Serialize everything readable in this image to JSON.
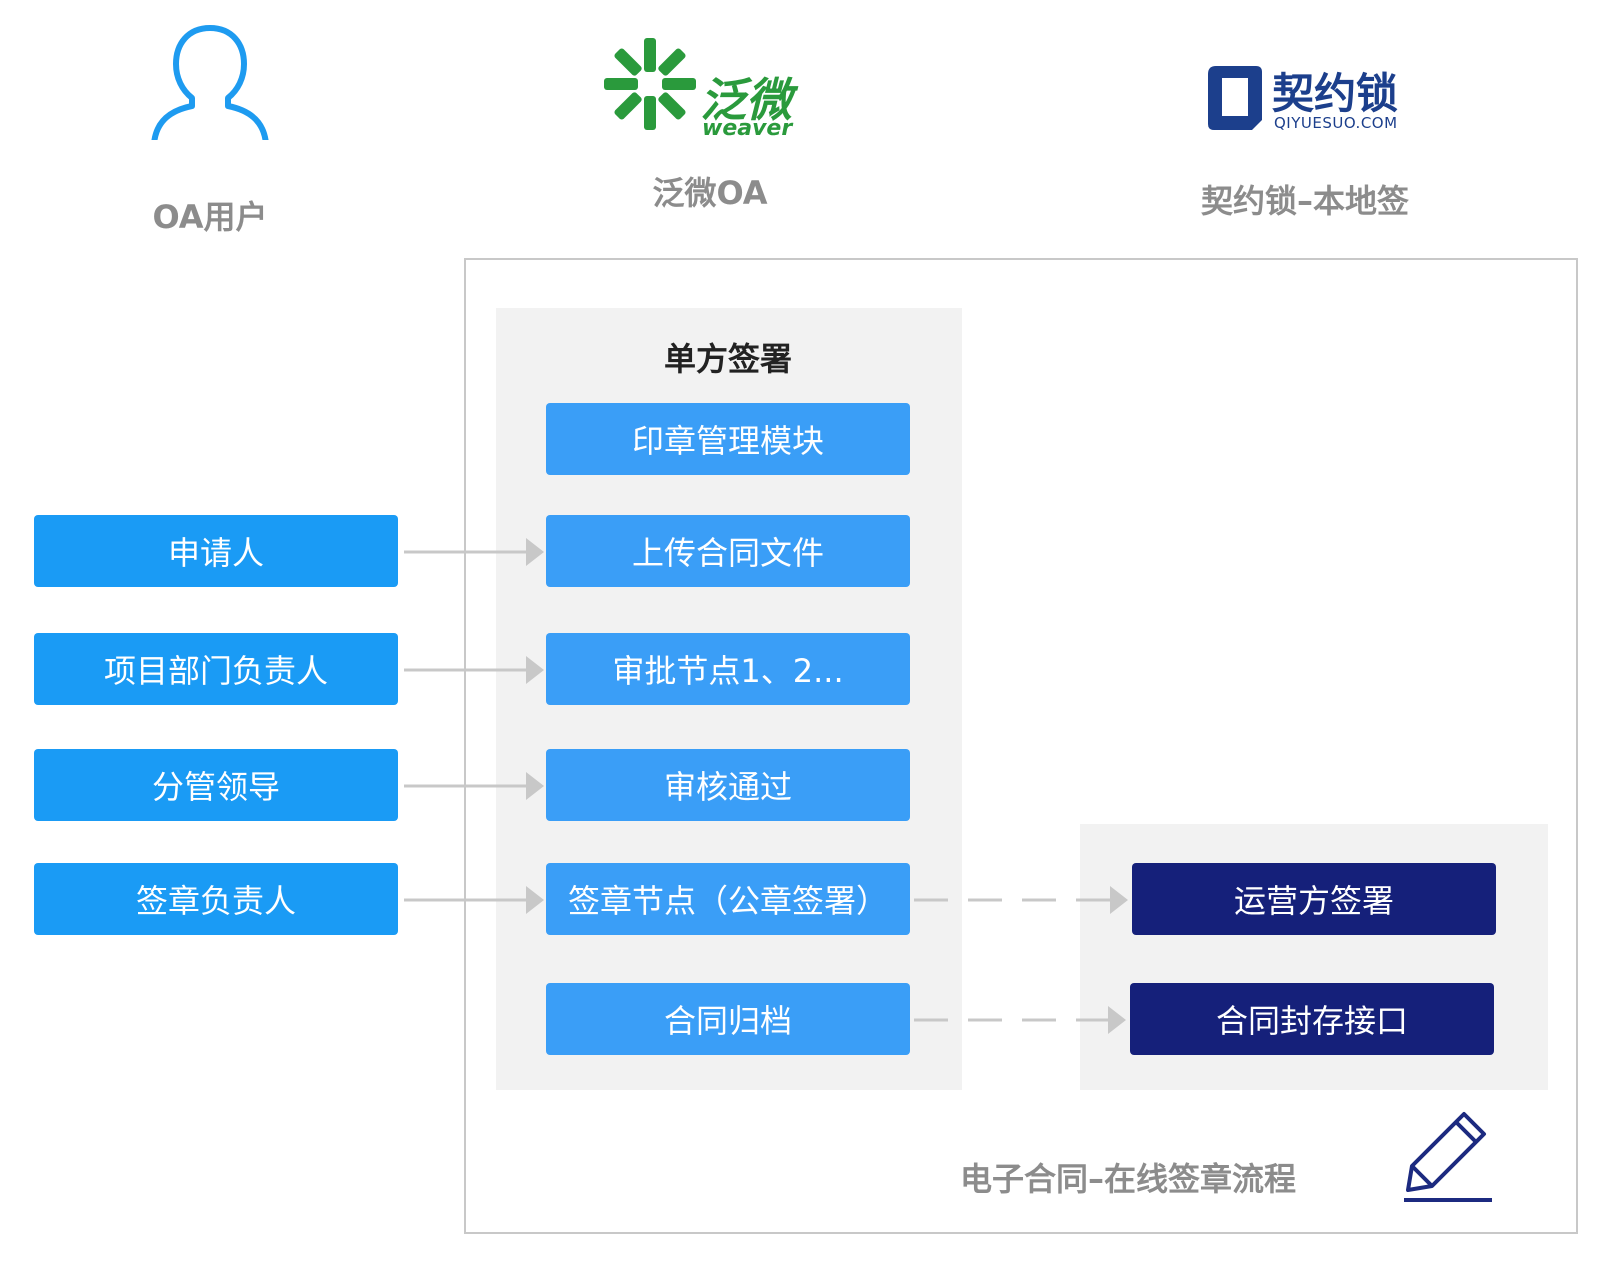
{
  "columns": {
    "oa_user": "OA用户",
    "weaver": "泛微OA",
    "qiyuesuo": "契约锁–本地签"
  },
  "logos": {
    "weaver_cn": "泛微",
    "weaver_en": "weaver",
    "qiyuesuo_cn": "契约锁",
    "qiyuesuo_domain": "QIYUESUO.COM"
  },
  "roles": [
    "申请人",
    "项目部门负责人",
    "分管领导",
    "签章负责人"
  ],
  "panel": {
    "title": "单方签署",
    "steps": [
      "印章管理模块",
      "上传合同文件",
      "审批节点1、2...",
      "审核通过",
      "签章节点（公章签署）",
      "合同归档"
    ]
  },
  "external": [
    "运营方签署",
    "合同封存接口"
  ],
  "caption": "电子合同–在线签章流程",
  "colors": {
    "role_box": "#1a9bf5",
    "step_box": "#3a9ef7",
    "external_box": "#15207a",
    "panel_bg": "#f2f2f2",
    "weaver_green": "#2a9a3c",
    "qiyuesuo_navy": "#1c3f8c",
    "user_icon_blue": "#1e9bf0"
  },
  "icons": [
    "user-outline-icon",
    "weaver-logo",
    "qiyuesuo-logo",
    "pencil-icon",
    "arrow-icon"
  ]
}
